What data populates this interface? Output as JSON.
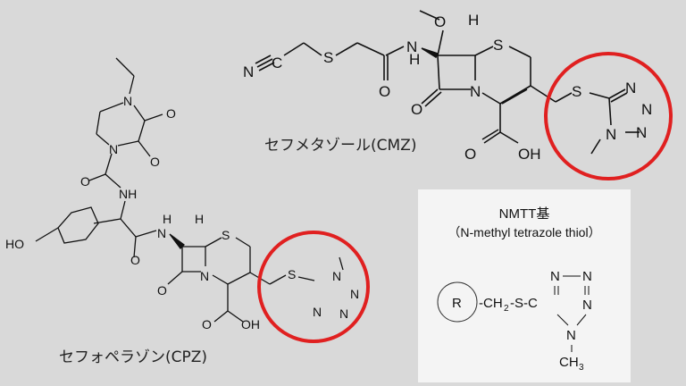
{
  "molecules": {
    "cmz": {
      "name": "セフメタゾール(CMZ)",
      "highlight": "NMTT group (red circle)"
    },
    "cpz": {
      "name": "セフォペラゾン(CPZ)",
      "highlight": "NMTT group (red circle)"
    }
  },
  "legend_box": {
    "title": "NMTT基",
    "subtitle": "（N-methyl tetrazole thiol）",
    "formula": {
      "r_group": "R",
      "chain": "-CH2-S-C",
      "ring_atoms": [
        "N",
        "N",
        "N",
        "N"
      ],
      "methyl": "CH3"
    }
  },
  "colors": {
    "background": "#d9d9d9",
    "highlight_circle": "#e02020",
    "box_bg": "#f4f4f4"
  }
}
